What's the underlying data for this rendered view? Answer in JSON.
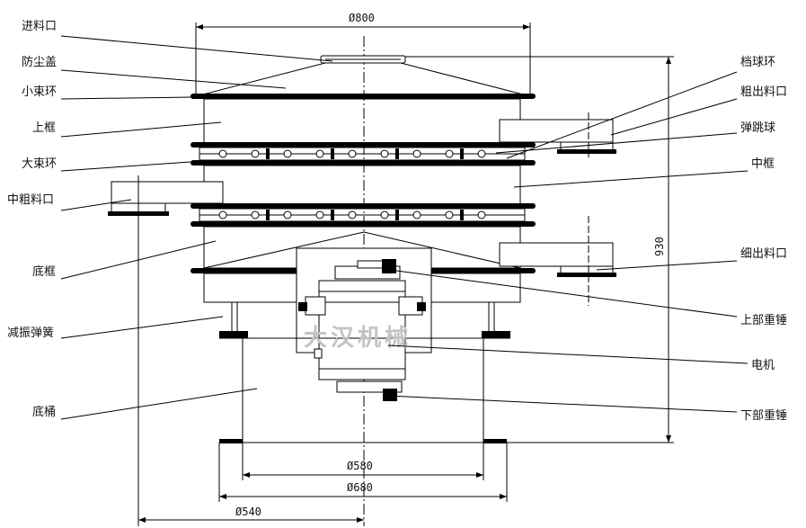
{
  "labels_left": [
    {
      "id": "feed-inlet",
      "text": "进料口"
    },
    {
      "id": "dust-cover",
      "text": "防尘盖"
    },
    {
      "id": "small-clamp-ring",
      "text": "小束环"
    },
    {
      "id": "upper-frame",
      "text": "上框"
    },
    {
      "id": "large-clamp-ring",
      "text": "大束环"
    },
    {
      "id": "medium-coarse-outlet",
      "text": "中粗料口"
    },
    {
      "id": "bottom-frame",
      "text": "底框"
    },
    {
      "id": "damping-spring",
      "text": "减振弹簧"
    },
    {
      "id": "base-barrel",
      "text": "底桶"
    }
  ],
  "labels_right": [
    {
      "id": "ball-retaining-ring",
      "text": "档球环"
    },
    {
      "id": "coarse-outlet",
      "text": "粗出料口"
    },
    {
      "id": "bouncing-ball",
      "text": "弹跳球"
    },
    {
      "id": "middle-frame",
      "text": "中框"
    },
    {
      "id": "fine-outlet",
      "text": "细出料口"
    },
    {
      "id": "upper-weight",
      "text": "上部重锤"
    },
    {
      "id": "motor",
      "text": "电机"
    },
    {
      "id": "lower-weight",
      "text": "下部重锤"
    }
  ],
  "dimensions": {
    "top_diameter": "Ø800",
    "height": "930",
    "base_580": "Ø580",
    "base_680": "Ø680",
    "outlet_540": "Ø540"
  },
  "watermark": "大汉机械"
}
